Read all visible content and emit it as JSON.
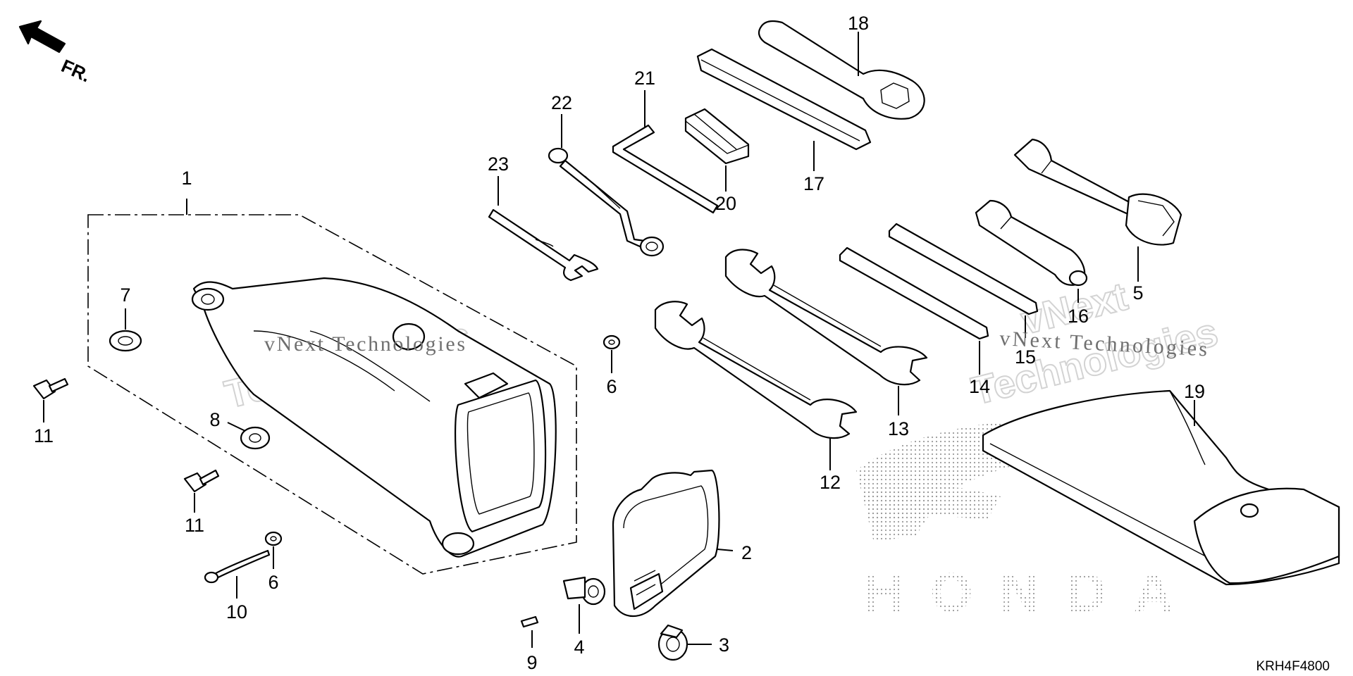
{
  "diagram": {
    "direction_label": "FR.",
    "code": "KRH4F4800",
    "watermark": {
      "brand": "vNext Technologies",
      "line1": "vNext",
      "line2": "Technologies"
    },
    "dotted_logo": "HONDA",
    "callouts": [
      {
        "id": "c1",
        "label": "1"
      },
      {
        "id": "c2",
        "label": "2"
      },
      {
        "id": "c3",
        "label": "3"
      },
      {
        "id": "c4",
        "label": "4"
      },
      {
        "id": "c5",
        "label": "5"
      },
      {
        "id": "c6a",
        "label": "6"
      },
      {
        "id": "c6b",
        "label": "6"
      },
      {
        "id": "c7",
        "label": "7"
      },
      {
        "id": "c8",
        "label": "8"
      },
      {
        "id": "c9",
        "label": "9"
      },
      {
        "id": "c10",
        "label": "10"
      },
      {
        "id": "c11a",
        "label": "11"
      },
      {
        "id": "c11b",
        "label": "11"
      },
      {
        "id": "c12",
        "label": "12"
      },
      {
        "id": "c13",
        "label": "13"
      },
      {
        "id": "c14",
        "label": "14"
      },
      {
        "id": "c15",
        "label": "15"
      },
      {
        "id": "c16",
        "label": "16"
      },
      {
        "id": "c17",
        "label": "17"
      },
      {
        "id": "c18",
        "label": "18"
      },
      {
        "id": "c19",
        "label": "19"
      },
      {
        "id": "c20",
        "label": "20"
      },
      {
        "id": "c21",
        "label": "21"
      },
      {
        "id": "c22",
        "label": "22"
      },
      {
        "id": "c23",
        "label": "23"
      }
    ]
  }
}
